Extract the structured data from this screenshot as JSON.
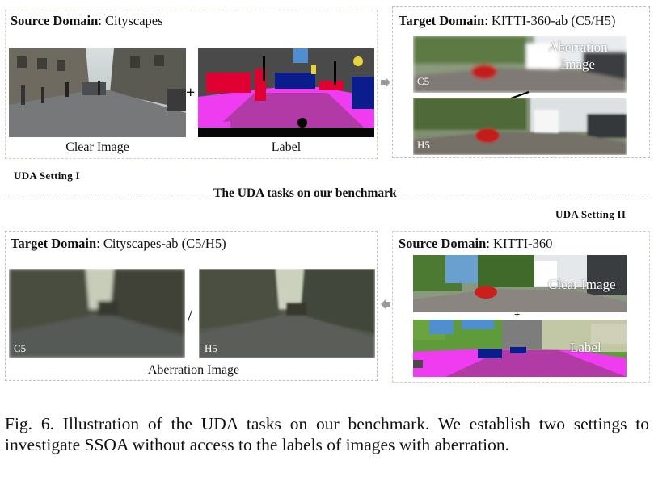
{
  "top_left": {
    "header_bold": "Source Domain",
    "header_rest": ": Cityscapes",
    "plus": "+",
    "clear_caption": "Clear Image",
    "label_caption": "Label"
  },
  "top_right": {
    "header_bold": "Target Domain",
    "header_rest": ": KITTI-360-ab (C5/H5)",
    "overlay_line1": "Aberration",
    "overlay_line2": "Image",
    "tag_c5": "C5",
    "tag_h5": "H5",
    "slash": "/"
  },
  "setting_1": "UDA Setting I",
  "setting_2": "UDA Setting II",
  "middle_title": "The UDA tasks on our benchmark",
  "bottom_left": {
    "header_bold": "Target Domain",
    "header_rest": ": Cityscapes-ab (C5/H5)",
    "tag_c5": "C5",
    "tag_h5": "H5",
    "slash": "/",
    "caption": "Aberration Image"
  },
  "bottom_right": {
    "header_bold": "Source Domain",
    "header_rest": ": KITTI-360",
    "overlay_clear": "Clear Image",
    "plus": "+",
    "overlay_label": "Label"
  },
  "figure_caption": "Fig. 6.  Illustration of the UDA tasks on our benchmark. We establish two settings to investigate SSOA without access to the labels of images with aberration.",
  "colors": {
    "box_border_blue": "#b9c3d6",
    "box_border_green": "#c9d8b6",
    "arrow_gray": "#9a9a9a",
    "label_road": "#b23aa6",
    "label_sidewalk": "#f03cf0",
    "label_car": "#0b1d8c",
    "label_vegetation": "#5f9b3a",
    "label_sky": "#4f8fcf",
    "label_person": "#e00032",
    "label_building": "#505050"
  }
}
